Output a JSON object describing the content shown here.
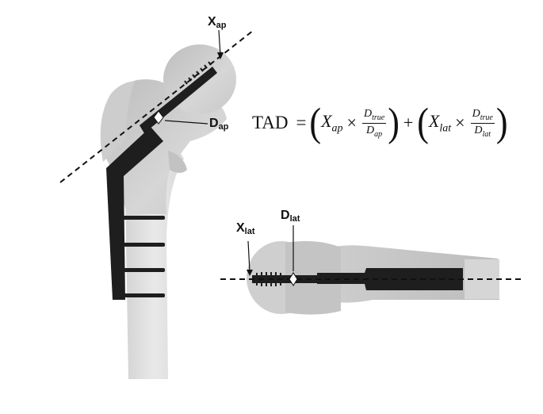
{
  "labels": {
    "x_ap": "X",
    "x_ap_sub": "ap",
    "d_ap": "D",
    "d_ap_sub": "ap",
    "x_lat": "X",
    "x_lat_sub": "lat",
    "d_lat": "D",
    "d_lat_sub": "lat"
  },
  "formula": {
    "lhs": "TAD",
    "equals": "=",
    "term1_var": "X",
    "term1_sub": "ap",
    "term1_num": "D",
    "term1_num_sub": "true",
    "term1_den": "D",
    "term1_den_sub": "ap",
    "plus": "+",
    "term2_var": "X",
    "term2_sub": "lat",
    "term2_num": "D",
    "term2_num_sub": "true",
    "term2_den": "D",
    "term2_den_sub": "lat",
    "times": "×"
  },
  "colors": {
    "bone_dark": "#c9c9c9",
    "bone_light": "#e4e4e4",
    "implant": "#1e1e1e",
    "background": "#ffffff"
  }
}
